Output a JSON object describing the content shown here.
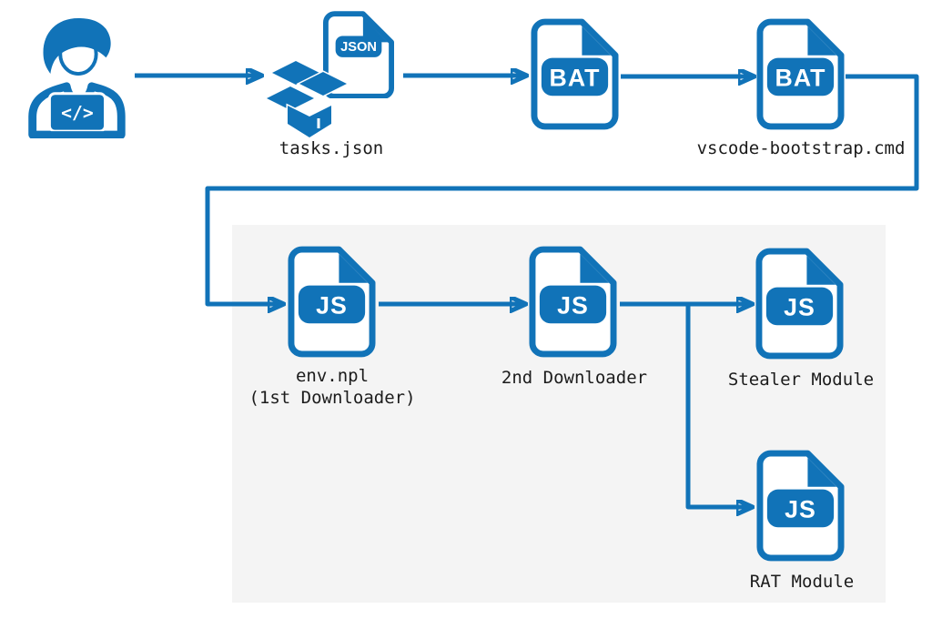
{
  "colors": {
    "accent_blue": "#1173B8",
    "panel_gray": "#F4F4F4",
    "label_text": "#1C1C1C",
    "background": "#FFFFFF"
  },
  "developer": {
    "laptop_glyph": "</>"
  },
  "files": {
    "tasks_json": {
      "badge": "JSON",
      "label": "tasks.json"
    },
    "bat_stage1": {
      "badge": "BAT"
    },
    "bootstrap_cmd": {
      "badge": "BAT",
      "label": "vscode-bootstrap.cmd"
    },
    "env_npl": {
      "badge": "JS",
      "label_line1": "env.npl",
      "label_line2": "(1st Downloader)"
    },
    "second_downloader": {
      "badge": "JS",
      "label": "2nd Downloader"
    },
    "stealer_module": {
      "badge": "JS",
      "label": "Stealer Module"
    },
    "rat_module": {
      "badge": "JS",
      "label": "RAT Module"
    }
  }
}
